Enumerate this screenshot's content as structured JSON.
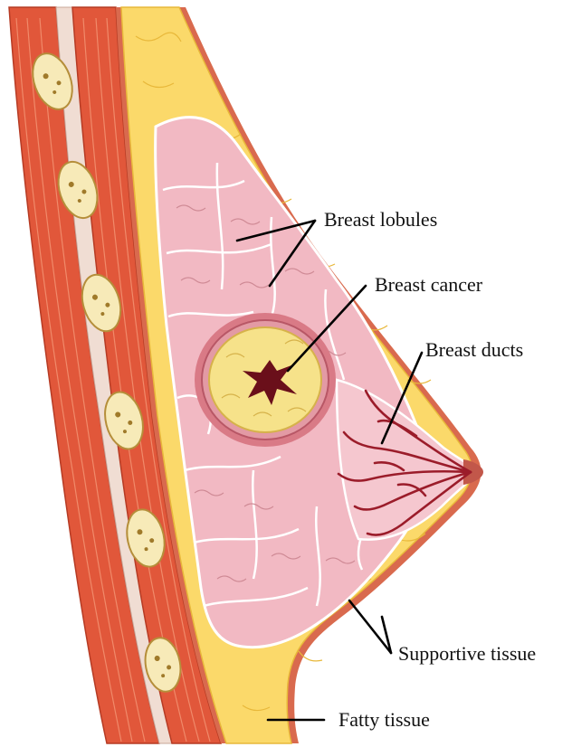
{
  "labels": {
    "lobules": "Breast lobules",
    "cancer": "Breast cancer",
    "ducts": "Breast ducts",
    "supportive": "Supportive tissue",
    "fatty": "Fatty tissue"
  },
  "colors": {
    "muscle": "#e1573a",
    "muscle_light": "#f08a6a",
    "fascia": "#f0ddd3",
    "skin": "#d96a4e",
    "fat": "#fbd96a",
    "fat_edge": "#e8b83a",
    "gland": "#f2b9c3",
    "gland_line": "#ffffff",
    "lobule_edge": "#cf8a95",
    "duct": "#9b1c2a",
    "tumor": "#f6e28a",
    "tumor_core": "#6a0f1a",
    "rib": "#f7eab8"
  }
}
